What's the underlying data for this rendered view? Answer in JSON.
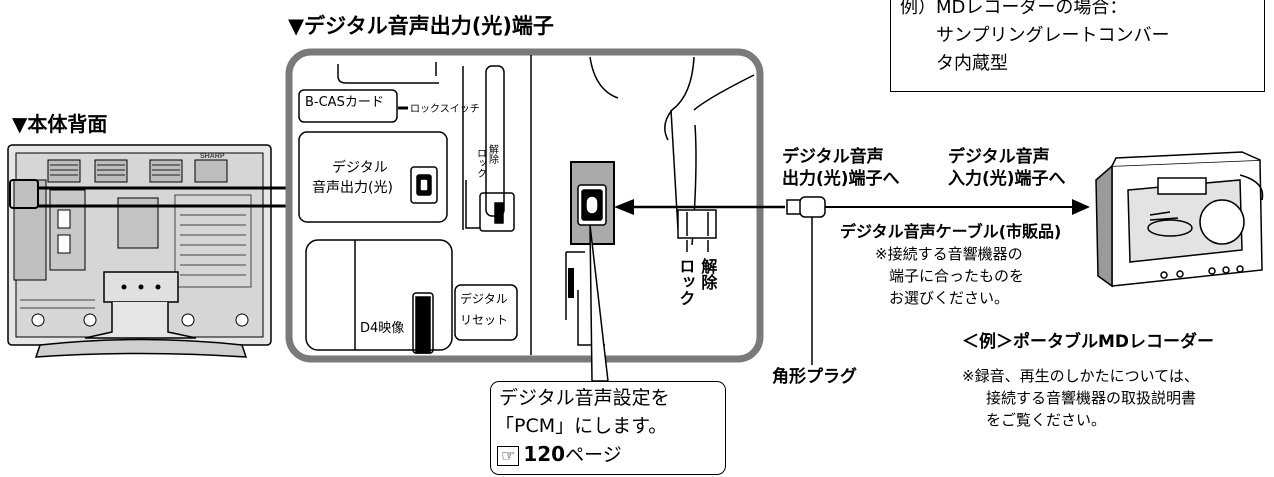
{
  "titles": {
    "optical_terminal": "▼デジタル音声出力(光)端子",
    "rear_panel": "▼本体背面"
  },
  "note_box": {
    "line1": "例）MDレコーダーの場合：",
    "line2": "サンプリングレートコンバー",
    "line3": "タ内蔵型"
  },
  "panel": {
    "bcas_card": "B-CASカード",
    "lock_switch": "ロックスイッチ",
    "lock_small": "ロック",
    "release_small": "解除",
    "digital_out_line1": "デジタル",
    "digital_out_line2": "音声出力(光)",
    "d4_video": "D4映像",
    "digital_reset_line1": "デジタル",
    "digital_reset_line2": "リセット",
    "brand": "SHARP"
  },
  "right_lock": {
    "lock": "ロック",
    "release": "解除"
  },
  "labels": {
    "out_line1": "デジタル音声",
    "out_line2": "出力(光)端子へ",
    "in_line1": "デジタル音声",
    "in_line2": "入力(光)端子へ",
    "cable": "デジタル音声ケーブル(市販品)",
    "cable_note1": "※接続する音響機器の",
    "cable_note2": "端子に合ったものを",
    "cable_note3": "お選びください。",
    "square_plug": "角形プラグ"
  },
  "device": {
    "example": "＜例＞ポータブルMDレコーダー",
    "note1": "※録音、再生のしかたについては、",
    "note2": "接続する音響機器の取扱説明書",
    "note3": "をご覧ください。"
  },
  "callout": {
    "line1": "デジタル音声設定を",
    "line2": "「PCM」にします。",
    "ref_icon": "☞",
    "ref_number": "120",
    "ref_suffix": "ページ"
  }
}
